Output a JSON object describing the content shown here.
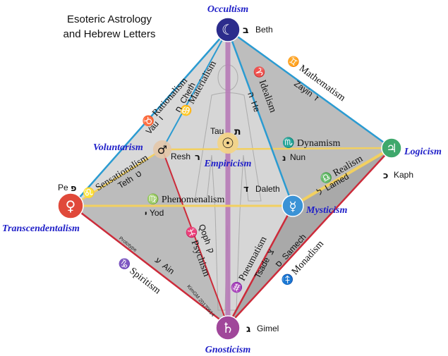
{
  "title": {
    "line1": "Esoteric Astrology",
    "line2": "and Hebrew Letters"
  },
  "nodes": {
    "occultism": {
      "name": "Occultism",
      "glyph": "☾",
      "letter_glyph": "ב",
      "letter": "Beth",
      "color": "#2c2c8c"
    },
    "logicism": {
      "name": "Logicism",
      "glyph": "♃",
      "letter_glyph": "כ",
      "letter": "Kaph",
      "color": "#3fa86c"
    },
    "transcendentalism": {
      "name": "Transcendentalism",
      "glyph": "♀",
      "letter_glyph": "פ",
      "letter": "Pe",
      "color": "#e0493a"
    },
    "gnosticism": {
      "name": "Gnosticism",
      "glyph": "♄",
      "letter_glyph": "ג",
      "letter": "Gimel",
      "color": "#a0479a"
    },
    "voluntarism": {
      "name": "Voluntarism",
      "glyph": "♂",
      "letter_glyph": "ר",
      "letter": "Resh",
      "color": "#e3c6a8"
    },
    "empiricism": {
      "name": "Empiricism",
      "glyph": "☉",
      "letter_glyph": "ת",
      "letter": "Tau",
      "color": "#f2d488"
    },
    "mysticism": {
      "name": "Mysticism",
      "glyph": "☿",
      "letter_glyph": "ד",
      "letter": "Daleth",
      "color": "#3b93d6"
    }
  },
  "edges": {
    "rationalism": {
      "label": "♉ Rationalism",
      "letter_glyph": "ו",
      "letter": "Vau"
    },
    "materialism": {
      "label": "♋ Materialism",
      "letter_glyph": "ח",
      "letter": "Cheth"
    },
    "idealism": {
      "label": "♈ Idealism",
      "letter_glyph": "ה",
      "letter": "He"
    },
    "mathematism": {
      "label": "♊ Mathematism",
      "letter_glyph": "ז",
      "letter": "Zayin"
    },
    "dynamism": {
      "label": "♏ Dynamism",
      "letter_glyph": "נ",
      "letter": "Nun"
    },
    "sensationalism": {
      "label": "♌ Sensationalism",
      "letter_glyph": "ט",
      "letter": "Teth"
    },
    "phenomenalism": {
      "label": "♍ Phenomenalism",
      "letter_glyph": "י",
      "letter": "Yod"
    },
    "realism": {
      "label": "♎ Realism",
      "letter_glyph": "ל",
      "letter": "Lamed"
    },
    "psychism": {
      "label": "♓ Psychism",
      "letter_glyph": "ק",
      "letter": "Qoph"
    },
    "pneumatism": {
      "label": "♒ Pneumatism",
      "letter_glyph": "צ",
      "letter": "Tsade"
    },
    "monadism": {
      "label": "♐ Monadism",
      "letter_glyph": "ס",
      "letter": "Samech"
    },
    "spiritism": {
      "label": "♑ Spiritism",
      "letter_glyph": "ע",
      "letter": "Ain"
    }
  },
  "annotations": {
    "prototype": "Prototype",
    "credit": "KimGM 20170514"
  },
  "colors": {
    "blue_edge": "#2b9bd1",
    "red_edge": "#cc2b3a",
    "yellow_edge": "#f2d060",
    "axis": "#b77ab7",
    "face": "#c9c9c9"
  }
}
